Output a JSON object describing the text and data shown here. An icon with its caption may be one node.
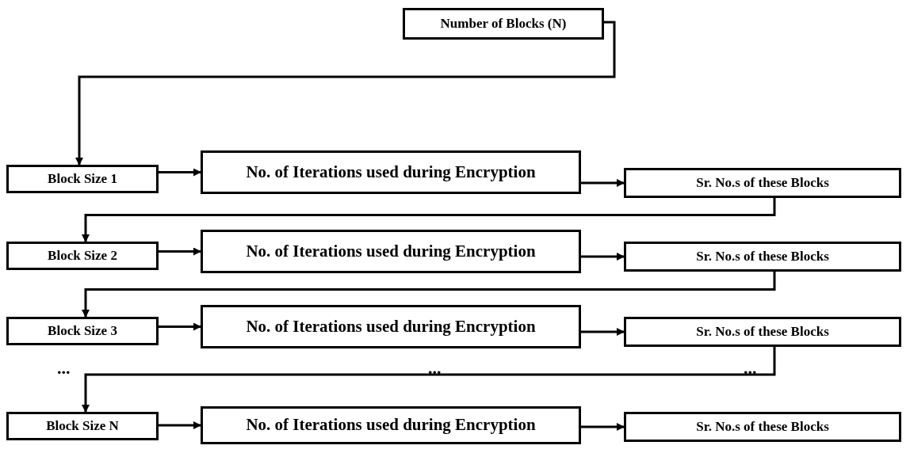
{
  "diagram": {
    "nodes": [
      {
        "text": [
          "Number of Blocks (N)"
        ]
      },
      {
        "text": [
          "Block Size 1"
        ]
      },
      {
        "text": [
          "No. of Iterations used during Encryption"
        ]
      },
      {
        "text": [
          "Sr. No.s of these Blocks"
        ]
      },
      {
        "text": [
          "Block Size 2"
        ]
      },
      {
        "text": [
          "No. of Iterations used during Encryption"
        ]
      },
      {
        "text": [
          "Sr. No.s of these Blocks"
        ]
      },
      {
        "text": [
          "Block Size 3"
        ]
      },
      {
        "text": [
          "No. of Iterations used during Encryption"
        ]
      },
      {
        "text": [
          "Sr. No.s of these Blocks"
        ]
      },
      {
        "text": [
          "Block Size N"
        ]
      },
      {
        "text": [
          "No. of Iterations used during Encryption"
        ]
      },
      {
        "text": [
          "Sr. No.s of these Blocks"
        ]
      }
    ],
    "edges": [
      {
        "from": 0,
        "to": 1,
        "arrow": "to"
      },
      {
        "from": 1,
        "to": 2,
        "arrow": "to"
      },
      {
        "from": 2,
        "to": 3,
        "arrow": "to"
      },
      {
        "from": 3,
        "to": 4,
        "arrow": "to"
      },
      {
        "from": 4,
        "to": 5,
        "arrow": "to"
      },
      {
        "from": 5,
        "to": 6,
        "arrow": "to"
      },
      {
        "from": 6,
        "to": 7,
        "arrow": "to"
      },
      {
        "from": 7,
        "to": 8,
        "arrow": "to"
      },
      {
        "from": 8,
        "to": 9,
        "arrow": "to"
      },
      {
        "from": 9,
        "to": 10,
        "arrow": "to"
      },
      {
        "from": 10,
        "to": 11,
        "arrow": "to"
      },
      {
        "from": 11,
        "to": 12,
        "arrow": "to"
      }
    ],
    "labels": [
      "...",
      "...",
      "..."
    ]
  }
}
